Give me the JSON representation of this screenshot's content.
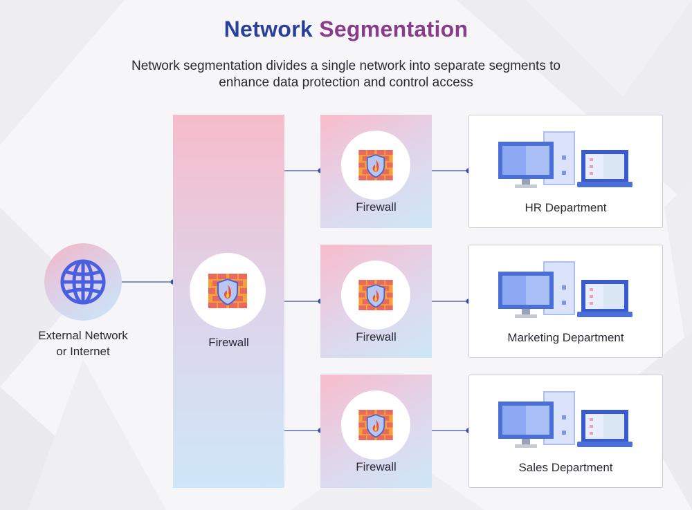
{
  "title_part1": "Network",
  "title_part2": "Segmentation",
  "subtitle_line1": "Network segmentation divides a single network into separate segments to",
  "subtitle_line2": "enhance data protection and control access",
  "external": {
    "line1": "External Network",
    "line2": "or Internet",
    "icon": "globe-icon"
  },
  "main_firewall": {
    "label": "Firewall",
    "icon": "firewall-icon"
  },
  "segments": [
    {
      "firewall_label": "Firewall",
      "department": "HR Department"
    },
    {
      "firewall_label": "Firewall",
      "department": "Marketing Department"
    },
    {
      "firewall_label": "Firewall",
      "department": "Sales Department"
    }
  ],
  "colors": {
    "title_primary": "#2a3f9a",
    "title_secondary": "#8a3c8c",
    "connector": "#3a4fa6",
    "accent_blue": "#4a6fd8"
  }
}
